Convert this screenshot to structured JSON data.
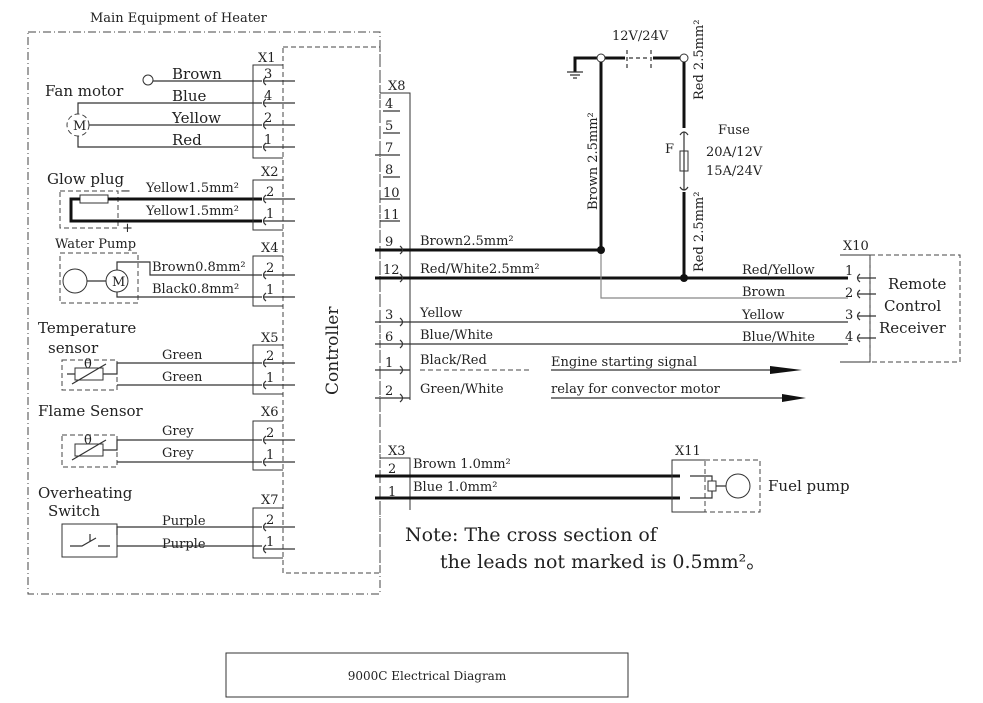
{
  "title": "Main Equipment of Heater",
  "controller": "Controller",
  "components": {
    "fan_motor": "Fan motor",
    "motor_symbol": "M",
    "glow_plug": "Glow plug",
    "minus": "−",
    "plus": "+",
    "water_pump": "Water Pump",
    "temp_sensor_line1": "Temperature",
    "temp_sensor_line2": "sensor",
    "theta": "θ",
    "flame_sensor": "Flame Sensor",
    "overheating_line1": "Overheating",
    "overheating_line2": "Switch"
  },
  "x1": {
    "label": "X1",
    "pins": [
      "3",
      "4",
      "2",
      "1"
    ],
    "wires": [
      "Brown",
      "Blue",
      "Yellow",
      "Red"
    ]
  },
  "x2": {
    "label": "X2",
    "pins": [
      "2",
      "1"
    ],
    "wires": [
      "Yellow1.5mm²",
      "Yellow1.5mm²"
    ]
  },
  "x4": {
    "label": "X4",
    "pins": [
      "2",
      "1"
    ],
    "wires": [
      "Brown0.8mm²",
      "Black0.8mm²"
    ]
  },
  "x5": {
    "label": "X5",
    "pins": [
      "2",
      "1"
    ],
    "wires": [
      "Green",
      "Green"
    ]
  },
  "x6": {
    "label": "X6",
    "pins": [
      "2",
      "1"
    ],
    "wires": [
      "Grey",
      "Grey"
    ]
  },
  "x7": {
    "label": "X7",
    "pins": [
      "2",
      "1"
    ],
    "wires": [
      "Purple",
      "Purple"
    ]
  },
  "x8": {
    "label": "X8",
    "pins": [
      "4",
      "5",
      "7",
      "8",
      "10",
      "11",
      "9",
      "12",
      "3",
      "6",
      "1",
      "2"
    ],
    "wires": {
      "p9": "Brown2.5mm²",
      "p12": "Red/White2.5mm²",
      "p3": "Yellow",
      "p6": "Blue/White",
      "p1": "Black/Red",
      "p2": "Green/White"
    }
  },
  "signals": {
    "engine": "Engine starting signal",
    "relay": "relay for convector motor"
  },
  "power": {
    "battery": "12V/24V",
    "brown_vertical": "Brown 2.5mm²",
    "red_top": "Red 2.5mm²",
    "red_bottom": "Red 2.5mm²",
    "fuse_symbol": "F",
    "fuse_title": "Fuse",
    "fuse_rating_12": "20A/12V",
    "fuse_rating_24": "15A/24V"
  },
  "x10": {
    "label": "X10",
    "pins": [
      "1",
      "2",
      "3",
      "4"
    ],
    "wires": [
      "Red/Yellow",
      "Brown",
      "Yellow",
      "Blue/White"
    ],
    "device_line1": "Remote",
    "device_line2": "Control",
    "device_line3": "Receiver"
  },
  "x3": {
    "label": "X3",
    "pins": [
      "2",
      "1"
    ],
    "wires": [
      "Brown 1.0mm²",
      "Blue 1.0mm²"
    ]
  },
  "x11": {
    "label": "X11",
    "device": "Fuel pump"
  },
  "note": {
    "line1": "Note: The cross section of",
    "line2": "the leads not marked is 0.5mm²。"
  },
  "caption": "9000C Electrical Diagram"
}
